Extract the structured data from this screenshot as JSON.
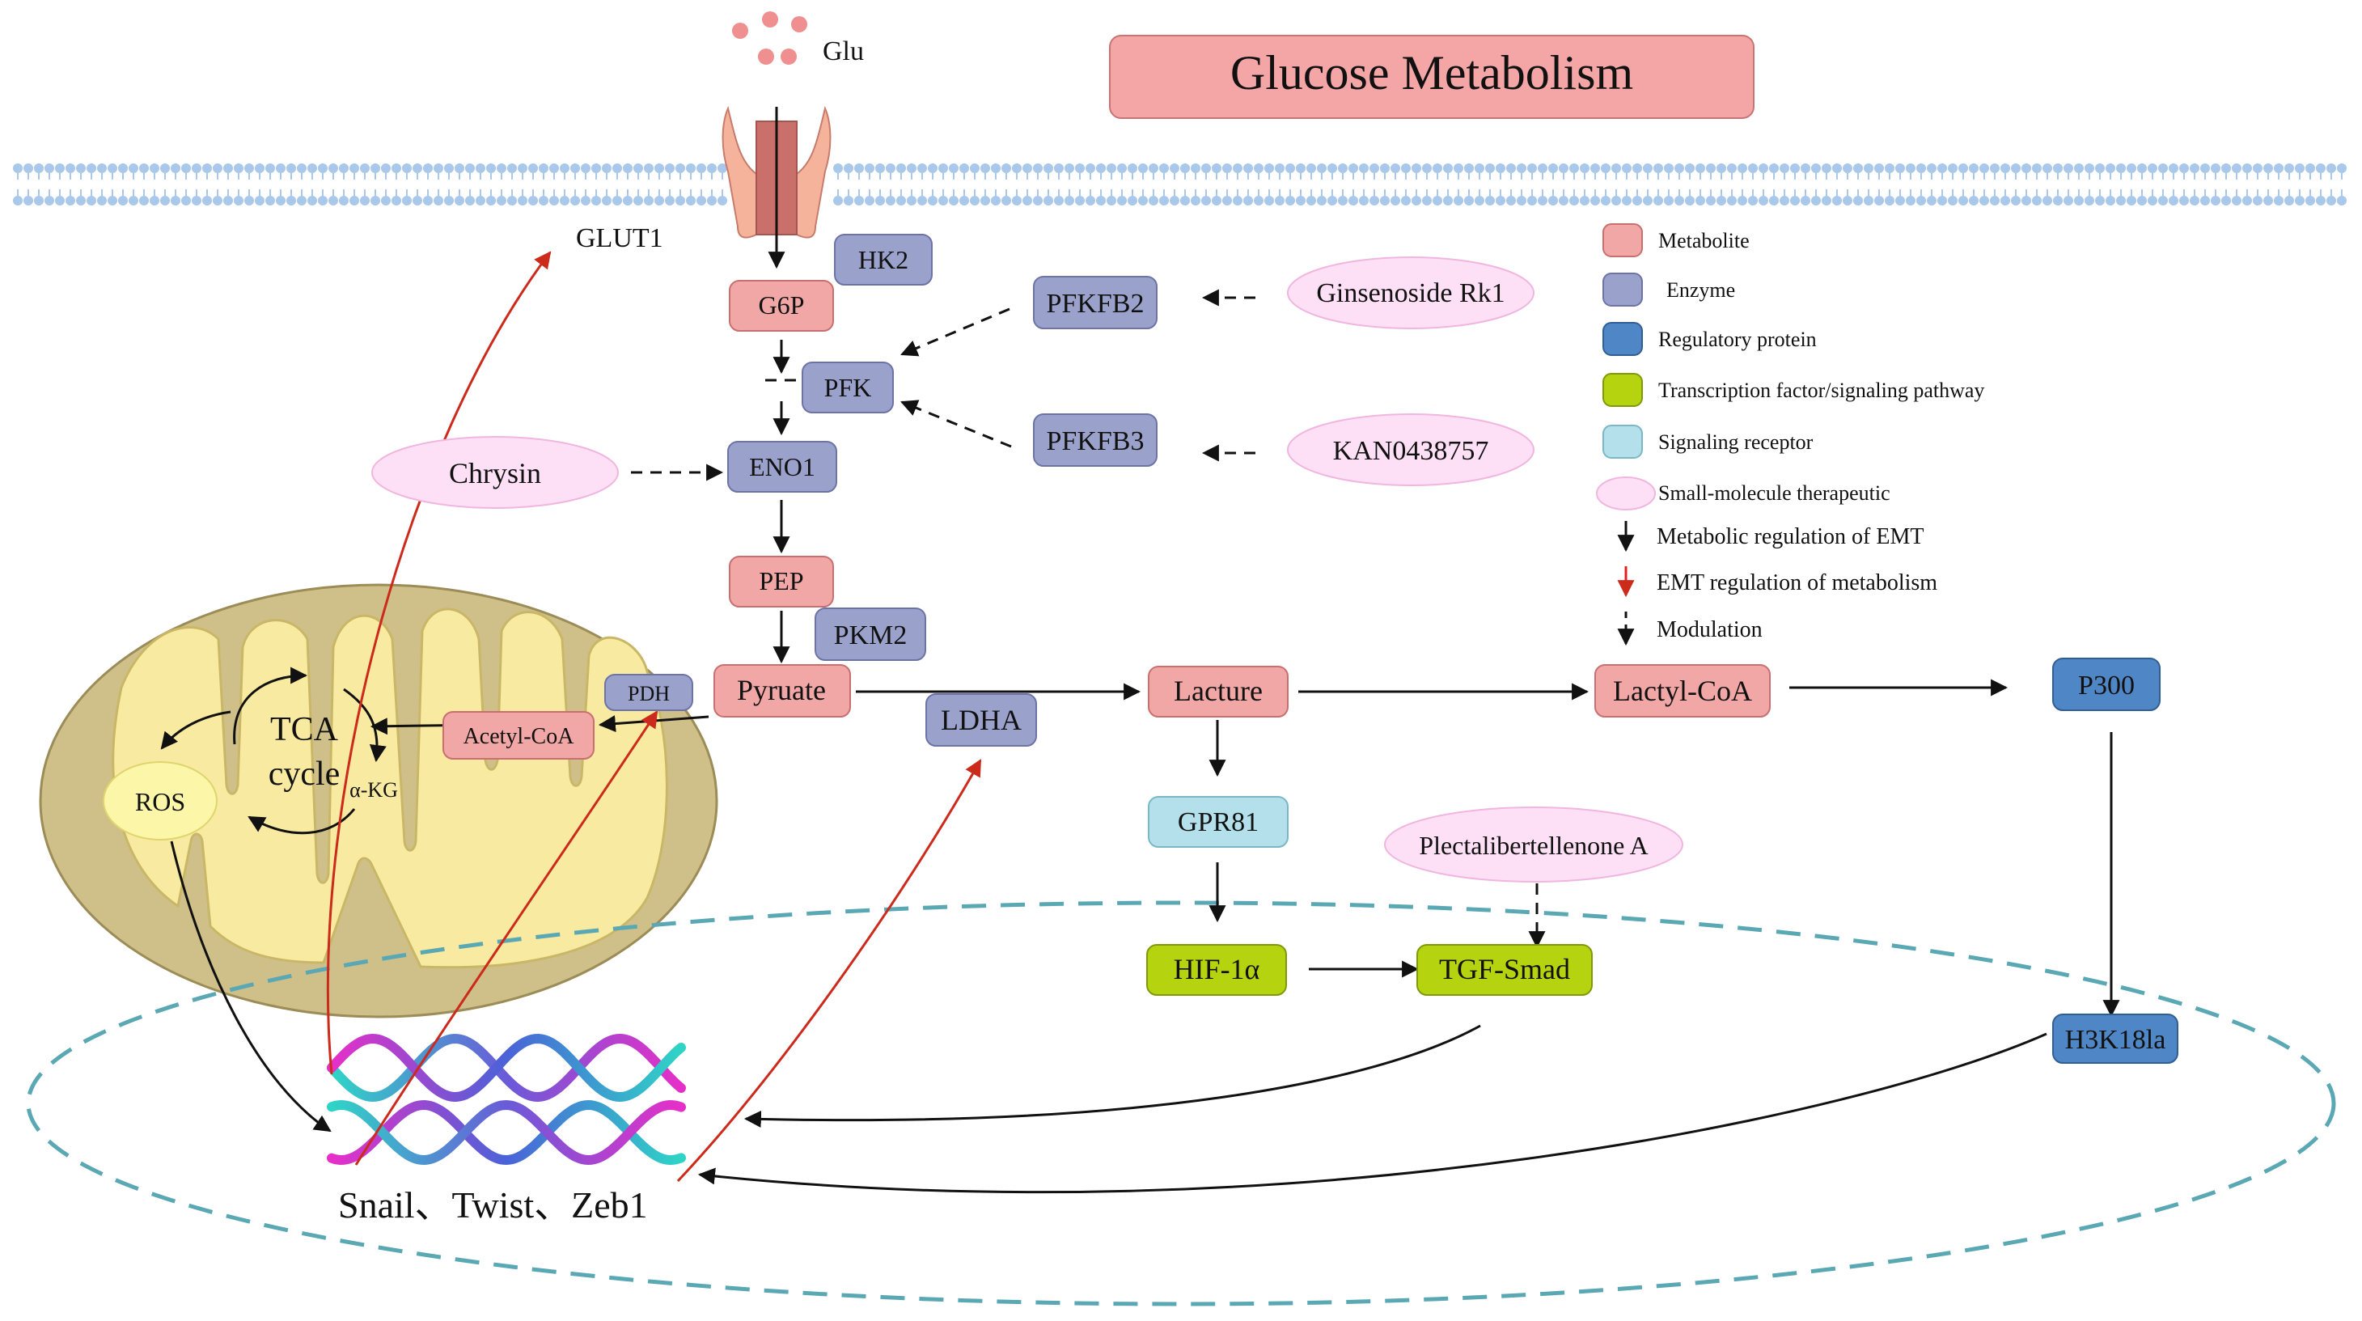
{
  "title": "Glucose Metabolism",
  "colors": {
    "metabolite": "#f2a7a7",
    "metabolite_stroke": "#c96f6f",
    "enzyme": "#9aa2cc",
    "enzyme_stroke": "#6c73a6",
    "regulatory": "#4f87c6",
    "regulatory_stroke": "#2f5e95",
    "transcription": "#b5d40f",
    "transcription_stroke": "#7f9a08",
    "receptor": "#b3e0ea",
    "receptor_stroke": "#7bb8c6",
    "small_molecule": "#fde0f5",
    "small_molecule_stroke": "#f0b6df",
    "emt_arrow": "#cc2a1a",
    "membrane": "#a9c8ea",
    "mitochondria_outer": "#cfc08a",
    "mitochondria_inner": "#f8eaa0",
    "nucleus": "#5aa8b3"
  },
  "labels": {
    "glu": "Glu",
    "glut1": "GLUT1",
    "tca_line1": "TCA",
    "tca_line2": "cycle",
    "akg": "α-KG",
    "genes": "Snail、Twist、Zeb1"
  },
  "nodes": {
    "g6p": "G6P",
    "hk2": "HK2",
    "pfk": "PFK",
    "pfkfb2": "PFKFB2",
    "pfkfb3": "PFKFB3",
    "eno1": "ENO1",
    "pep": "PEP",
    "pkm2": "PKM2",
    "pyruate": "Pyruate",
    "pdh": "PDH",
    "acetyl_coa": "Acetyl-CoA",
    "ldha": "LDHA",
    "lacture": "Lacture",
    "lactyl_coa": "Lactyl-CoA",
    "p300": "P300",
    "gpr81": "GPR81",
    "hif1a": "HIF-1α",
    "tgf_smad": "TGF-Smad",
    "h3k18la": "H3K18la",
    "ros": "ROS",
    "ginsenoside": "Ginsenoside Rk1",
    "kan": "KAN0438757",
    "chrysin": "Chrysin",
    "plectal": "Plectalibertellenone A"
  },
  "legend": {
    "metabolite": "Metabolite",
    "enzyme": "Enzyme",
    "regulatory": "Regulatory protein",
    "transcription": "Transcription factor/signaling pathway",
    "receptor": "Signaling receptor",
    "small_molecule": "Small-molecule therapeutic",
    "metabolic_reg": "Metabolic regulation of EMT",
    "emt_reg": "EMT regulation of metabolism",
    "modulation": "Modulation"
  }
}
